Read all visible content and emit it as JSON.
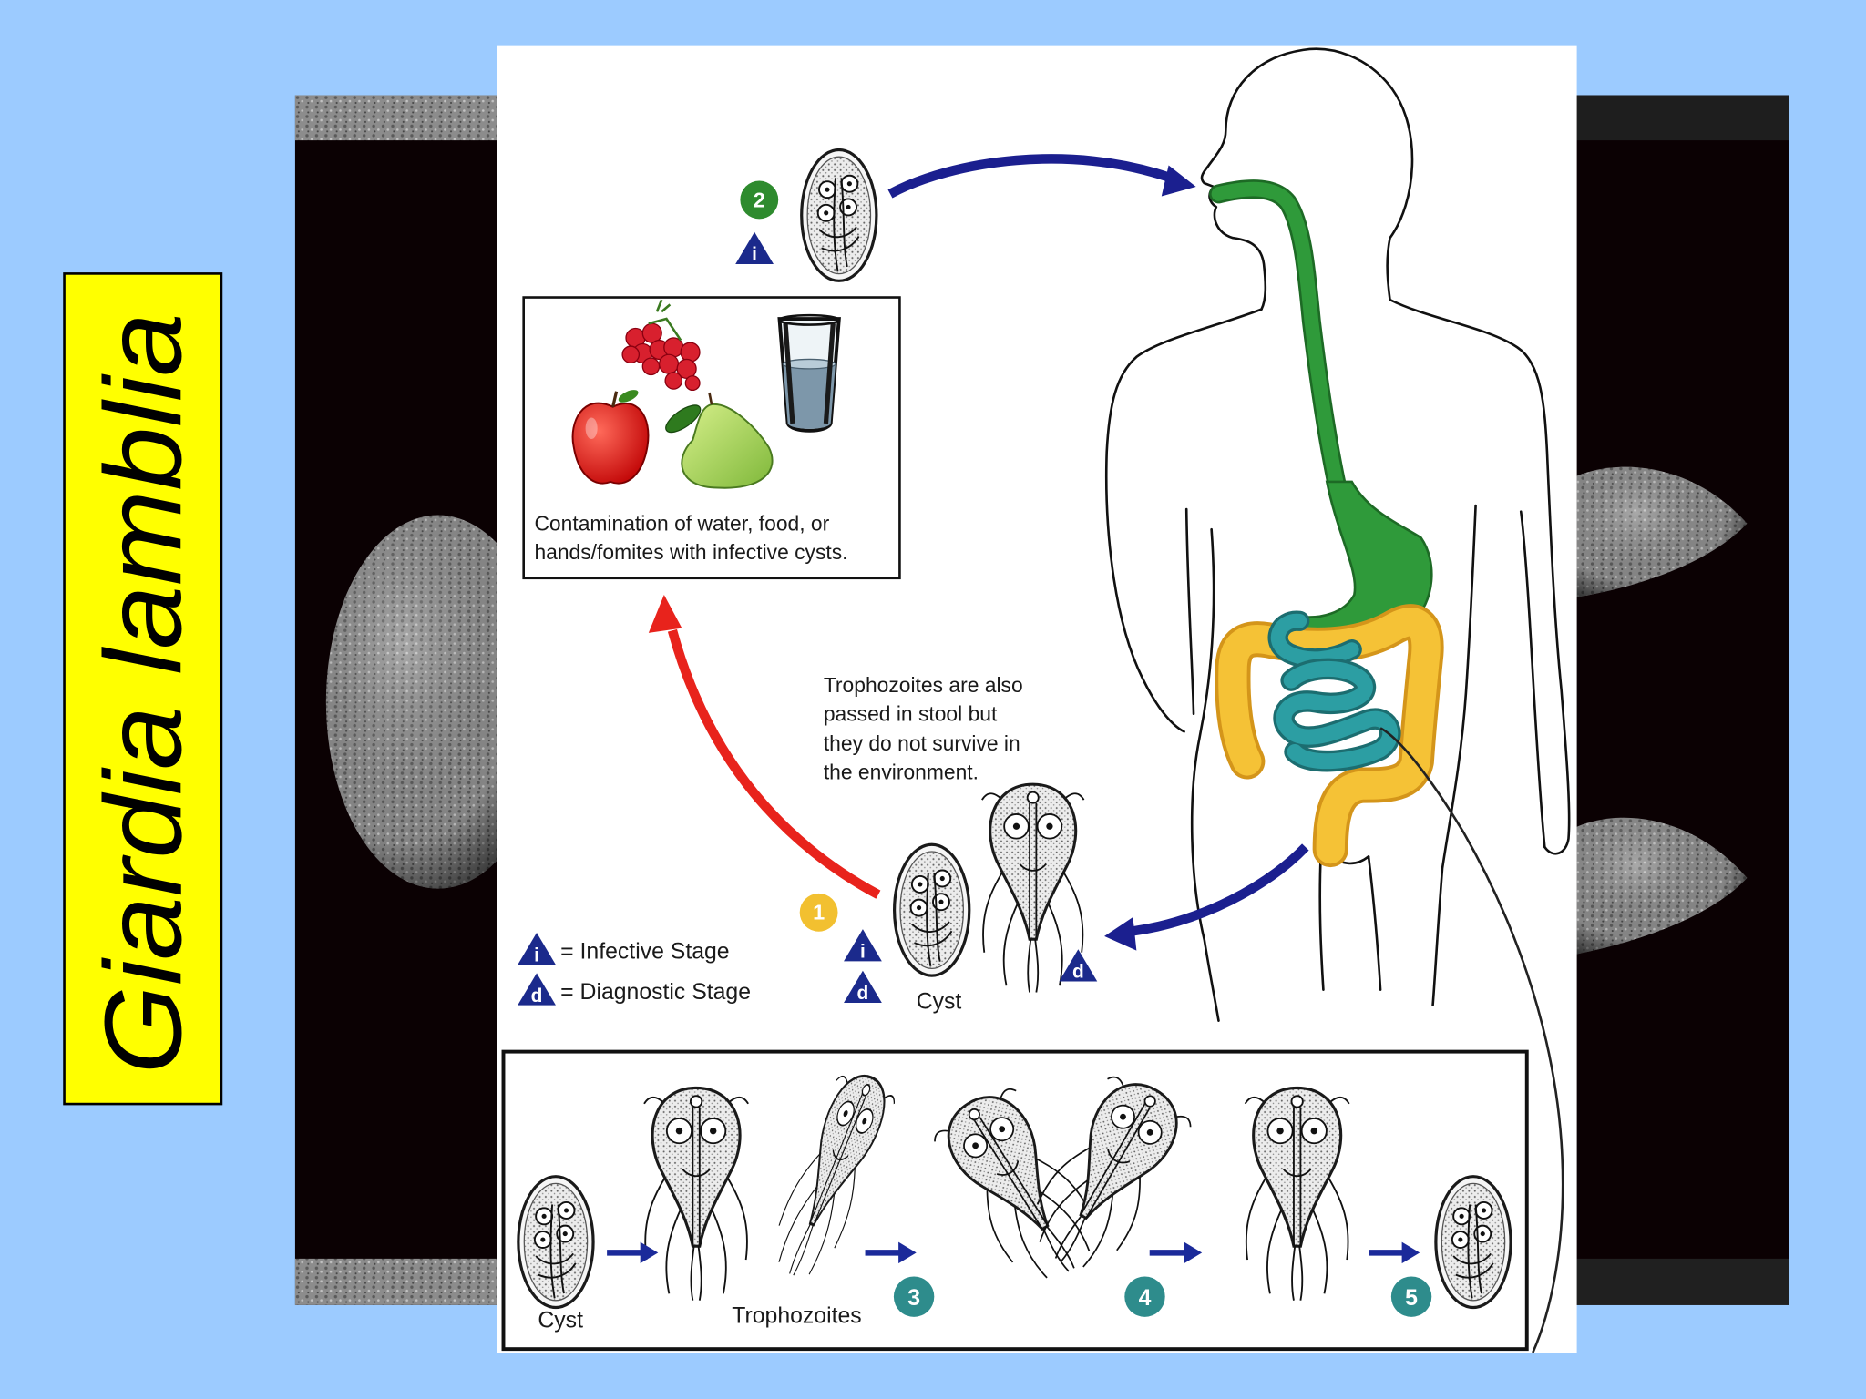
{
  "slide": {
    "title": "Giardia lamblia"
  },
  "diagram": {
    "contamination_lines": [
      "Contamination of water, food, or",
      "hands/fomites with infective cysts."
    ],
    "trophozoite_note_lines": [
      "Trophozoites are also",
      "passed in stool but",
      "they do not survive in",
      "the environment."
    ],
    "stage_numbers": {
      "ingestion": "2",
      "passage": "1",
      "step3": "3",
      "step4": "4",
      "step5": "5"
    },
    "stage_symbols": {
      "infective": "i",
      "diagnostic": "d"
    },
    "legend": {
      "infective_label": "= Infective Stage",
      "diagnostic_label": "= Diagnostic Stage"
    },
    "stool_cyst_label": "Cyst",
    "inset": {
      "cyst_label": "Cyst",
      "trophozoites_label": "Trophozoites"
    },
    "food_icons": [
      "raspberries-icon",
      "apple-icon",
      "pear-icon",
      "water-glass-icon"
    ]
  },
  "colors": {
    "slide_background": "#9ccbff",
    "title_label_bg": "#ffff00",
    "photo_background": "#0b0103",
    "panel_background": "#ffffff",
    "esophagus_stomach": "#2f9a3a",
    "small_intestine": "#2c9ea3",
    "colon": "#f5c236",
    "transmission_arrow": "#e8231c",
    "host_arrow": "#1b1f8f",
    "ingestion_marker": "#2e8b2e",
    "stool_marker": "#f2c030",
    "inset_marker": "#2e8c8c",
    "stage_triangle": "#1b2a8c"
  }
}
